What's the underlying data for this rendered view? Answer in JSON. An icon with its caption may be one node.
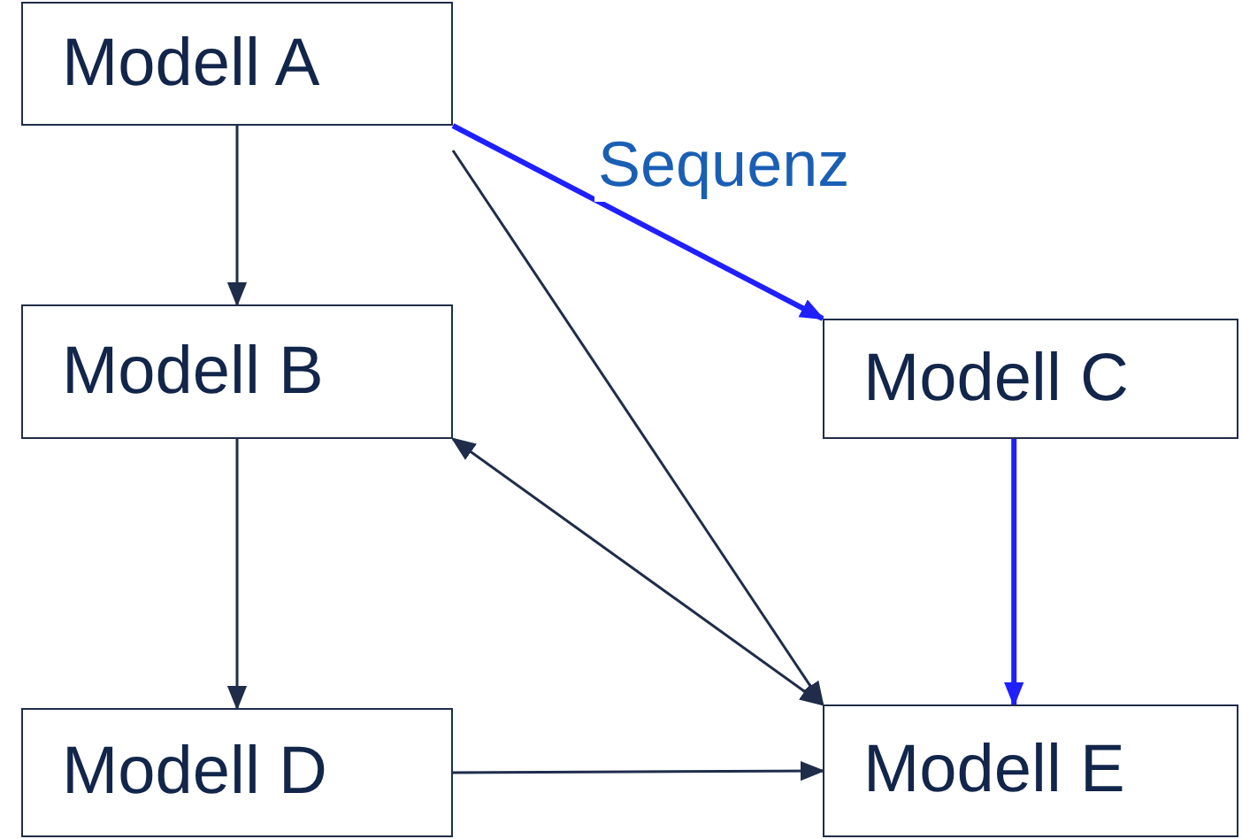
{
  "diagram": {
    "nodes": [
      {
        "text": [
          "Modell A"
        ]
      },
      {
        "text": [
          "Modell B"
        ]
      },
      {
        "text": [
          "Modell C"
        ]
      },
      {
        "text": [
          "Modell D"
        ]
      },
      {
        "text": [
          "Modell E"
        ]
      }
    ],
    "edges": [
      {
        "from": 0,
        "to": 1,
        "arrow": "to"
      },
      {
        "from": 0,
        "to": 2,
        "arrow": "to",
        "label": "Sequenz",
        "style": "thick",
        "color": "#1f1fff"
      },
      {
        "from": 0,
        "to": 4,
        "arrow": "to"
      },
      {
        "from": 1,
        "to": 4,
        "arrow": "both"
      },
      {
        "from": 1,
        "to": 3,
        "arrow": "to"
      },
      {
        "from": 2,
        "to": 4,
        "arrow": "to",
        "style": "thick",
        "color": "#1f1fff"
      },
      {
        "from": 3,
        "to": 4,
        "arrow": "to"
      }
    ]
  }
}
